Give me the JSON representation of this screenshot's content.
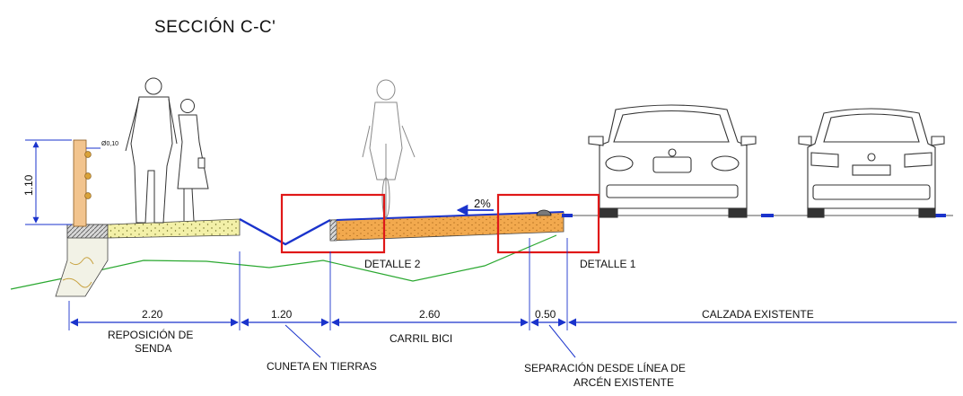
{
  "title": "SECCIÓN C-C'",
  "railing": {
    "height_label": "1.10",
    "post_label": "Ø0,10"
  },
  "slope_label": "2%",
  "details": {
    "detail_1": "DETALLE 1",
    "detail_2": "DETALLE 2"
  },
  "dimensions": {
    "d1": "2.20",
    "d2": "1.20",
    "d3": "2.60",
    "d4": "0.50",
    "d5_label": "CALZADA EXISTENTE"
  },
  "labels": {
    "reposicion_line1": "REPOSICIÓN DE",
    "reposicion_line2": "SENDA",
    "carril_bici": "CARRIL BICI",
    "cuneta": "CUNETA EN TIERRAS",
    "separacion_line1": "SEPARACIÓN DESDE LÍNEA DE",
    "separacion_line2": "ARCÉN EXISTENTE"
  },
  "colors": {
    "dimension_blue": "#1a33cc",
    "highlight_red": "#e01818",
    "terrain_green": "#2aa830",
    "path_fill": "#f3f0a8",
    "bike_lane_fill": "#f2a94e",
    "post_fill": "#f2c48e"
  }
}
